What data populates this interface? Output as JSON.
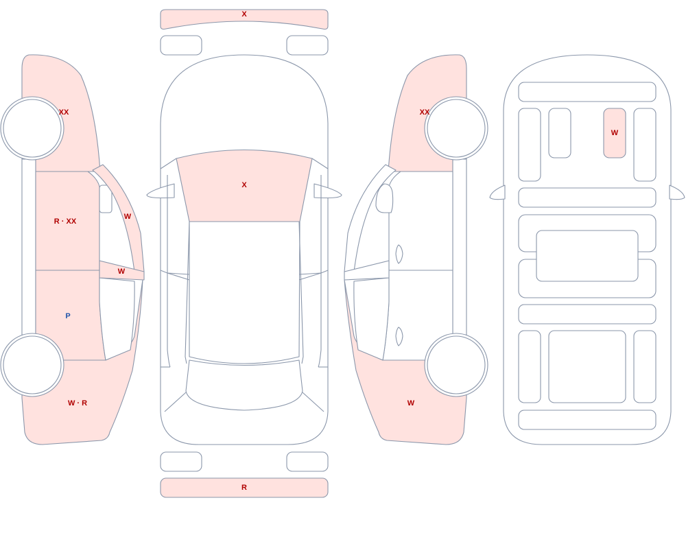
{
  "colors": {
    "outline": "#8a96aa",
    "damaged_fill": "#ffe2df",
    "undamaged_fill": "#ffffff",
    "damage_code_color": "#b00000",
    "paint_code_color": "#2255aa"
  },
  "labels": {
    "front_bumper": "X",
    "hood": "X",
    "rear_bumper": "R",
    "left_front_fender": "XX",
    "left_front_door": "R · XX",
    "left_front_window": "W",
    "left_quarter_window": "W",
    "left_rear_door": "P",
    "left_rear_quarter": "W · R",
    "right_front_fender": "XX",
    "right_rear_quarter": "W",
    "underbody_panel": "W"
  }
}
